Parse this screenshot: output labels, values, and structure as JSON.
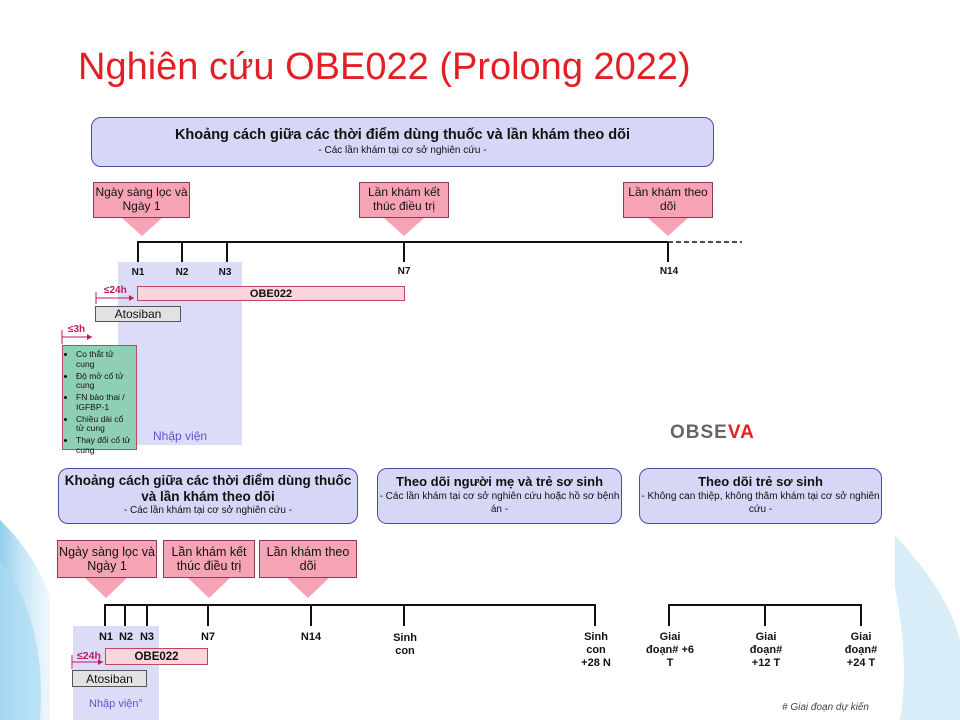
{
  "slide": {
    "title": "Nghiên cứu OBE022 (Prolong 2022)"
  },
  "top": {
    "header_main": "Khoảng cách giữa các thời điểm dùng thuốc và lần khám theo dõi",
    "header_sub": "- Các lần khám tại cơ sở nghiên cứu -",
    "callouts": [
      "Ngày sàng lọc và Ngày 1",
      "Lần khám kết thúc điều trị",
      "Lần khám theo dõi"
    ],
    "ticks": [
      "N1",
      "N2",
      "N3",
      "N7",
      "N14"
    ],
    "obe_label": "OBE022",
    "atosiban_label": "Atosiban",
    "window_24h": "≤24h",
    "window_3h": "≤3h",
    "assessments": [
      "Co thắt tử cung",
      "Độ mở cổ tử cung",
      "FN bào thai / IGFBP-1",
      "Chiều dài cổ tử cung",
      "Thay đổi cổ tử cung"
    ],
    "admission": "Nhập viện",
    "logo_left": "OBSE",
    "logo_right": "VA"
  },
  "bottom": {
    "headers": [
      {
        "main": "Khoảng cách giữa các thời điểm dùng thuốc và lần khám theo dõi",
        "sub": "- Các lần khám tại cơ sở nghiên cứu -"
      },
      {
        "main": "Theo dõi người mẹ và trẻ sơ sinh",
        "sub": "- Các lần khám tại cơ sở nghiên cứu hoặc hồ sơ bệnh án -"
      },
      {
        "main": "Theo dõi trẻ sơ sinh",
        "sub": "- Không can thiệp, không thăm khám tại cơ sở nghiên cứu -"
      }
    ],
    "callouts": [
      "Ngày sàng lọc và Ngày 1",
      "Lần khám kết thúc điều trị",
      "Lần khám theo dõi"
    ],
    "ticks": [
      "N1",
      "N2",
      "N3",
      "N7",
      "N14",
      "Sinh con",
      "Sinh con +28 N",
      "Giai đoạn# +6 T",
      "Giai đoạn# +12 T",
      "Giai đoạn# +24 T"
    ],
    "obe_label": "OBE022",
    "atosiban_label": "Atosiban",
    "window_24h": "≤24h",
    "admission": "Nhập viện°",
    "footnote": "# Giai đoạn dự kiến"
  },
  "colors": {
    "title": "#e31e24",
    "header_fill": "#d6d6f7",
    "header_border": "#4a4aa8",
    "callout_fill": "#f7a3b6",
    "obe_fill": "#fbd4dc",
    "assessment_fill": "#8fcfb5",
    "admission_fill": "#dcdcf8",
    "window_text": "#c2185b"
  }
}
